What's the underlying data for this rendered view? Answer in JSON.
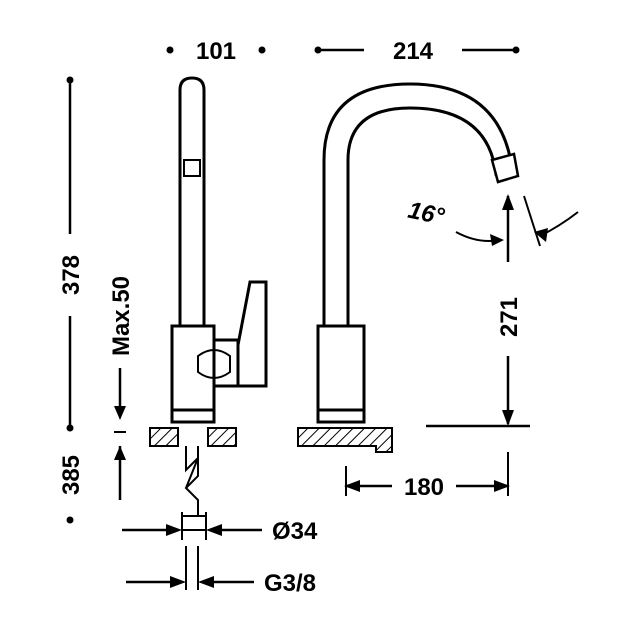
{
  "dimensions": {
    "width_top_left": "101",
    "width_top_right": "214",
    "height_total": "378",
    "max_label": "Max.50",
    "height_below": "385",
    "spout_height": "271",
    "spout_reach": "180",
    "hose_diameter": "Ø34",
    "thread": "G3/8",
    "angle": "16°"
  }
}
